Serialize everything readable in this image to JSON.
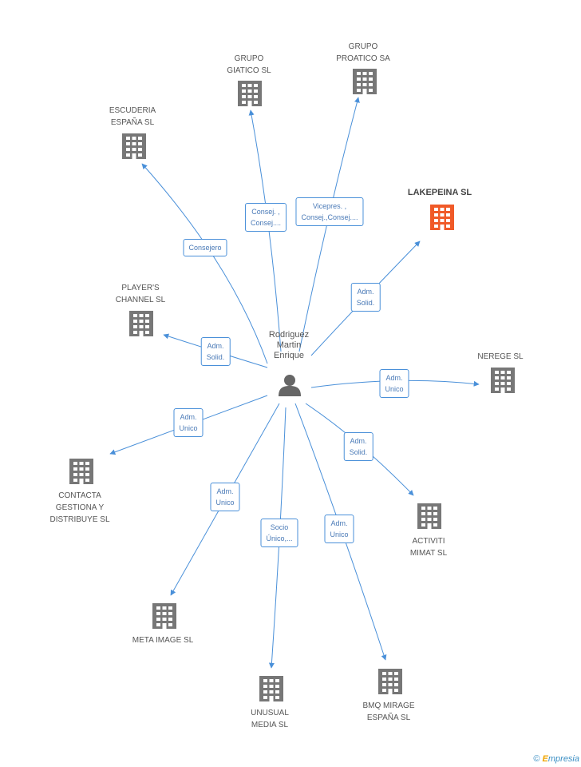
{
  "center": {
    "name": "Rodriguez\nMartin\nEnrique",
    "icon": "person-icon"
  },
  "colors": {
    "edge": "#4a90d9",
    "building": "#777777",
    "highlight": "#f05a28"
  },
  "nodes": [
    {
      "id": "escuderia",
      "name": "ESCUDERIA\nESPAÑA SL",
      "relation": "Consejero",
      "highlight": false
    },
    {
      "id": "grupo-giatico",
      "name": "GRUPO\nGIATICO SL",
      "relation": "Consej. ,\nConsej....",
      "highlight": false
    },
    {
      "id": "grupo-proatico",
      "name": "GRUPO\nPROATICO SA",
      "relation": "Vicepres. ,\nConsej.,Consej....",
      "highlight": false
    },
    {
      "id": "lakepeina",
      "name": "LAKEPEINA SL",
      "relation": "Adm.\nSolid.",
      "highlight": true
    },
    {
      "id": "players-channel",
      "name": "PLAYER'S\nCHANNEL SL",
      "relation": "Adm.\nSolid.",
      "highlight": false
    },
    {
      "id": "nerege",
      "name": "NEREGE SL",
      "relation": "Adm.\nUnico",
      "highlight": false
    },
    {
      "id": "contacta",
      "name": "CONTACTA\nGESTIONA Y\nDISTRIBUYE SL",
      "relation": "Adm.\nUnico",
      "highlight": false
    },
    {
      "id": "activiti",
      "name": "ACTIVITI\nMIMAT SL",
      "relation": "Adm.\nSolid.",
      "highlight": false
    },
    {
      "id": "meta-image",
      "name": "META IMAGE SL",
      "relation": "Adm.\nUnico",
      "highlight": false
    },
    {
      "id": "unusual-media",
      "name": "UNUSUAL\nMEDIA SL",
      "relation": "Socio\nÚnico,...",
      "highlight": false
    },
    {
      "id": "bmq-mirage",
      "name": "BMQ MIRAGE\nESPAÑA SL",
      "relation": "Adm.\nUnico",
      "highlight": false
    }
  ],
  "footer": {
    "copyright": "©",
    "brand_first": "E",
    "brand_rest": "mpresia"
  }
}
